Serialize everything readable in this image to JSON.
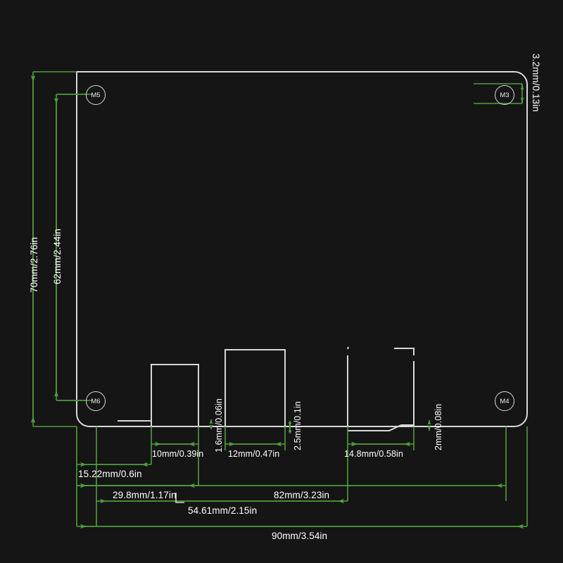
{
  "drawing": {
    "title": "Acrylic Plate Dimensioned Engineering Drawing",
    "background_color": "#151515",
    "outline_color": "#d8d8d8",
    "dimension_color": "#4f9e3c",
    "text_color": "#ffffff"
  },
  "holes": [
    {
      "id": "m5",
      "label": "M5",
      "position": "top-left"
    },
    {
      "id": "m3",
      "label": "M3",
      "position": "top-right"
    },
    {
      "id": "m6",
      "label": "M6",
      "position": "bottom-left"
    },
    {
      "id": "m4",
      "label": "M4",
      "position": "bottom-right"
    }
  ],
  "dimensions": {
    "height_overall": "70mm/2.76in",
    "height_holes": "62mm/2.44in",
    "corner_offset": "3.2mm/0.13in",
    "notch1_width": "10mm/0.39in",
    "notch1_height": "1.6mm/0.06in",
    "notch2_width": "12mm/0.47in",
    "notch2_height": "2.5mm/0.1in",
    "notch3_width": "14.8mm/0.58in",
    "notch3_height": "2mm/0.08in",
    "offset_a": "15.22mm/0.6in",
    "offset_b": "29.8mm/1.17in",
    "offset_c": "54.61mm/2.15in",
    "width_inner": "82mm/3.23in",
    "width_overall": "90mm/3.54in"
  }
}
